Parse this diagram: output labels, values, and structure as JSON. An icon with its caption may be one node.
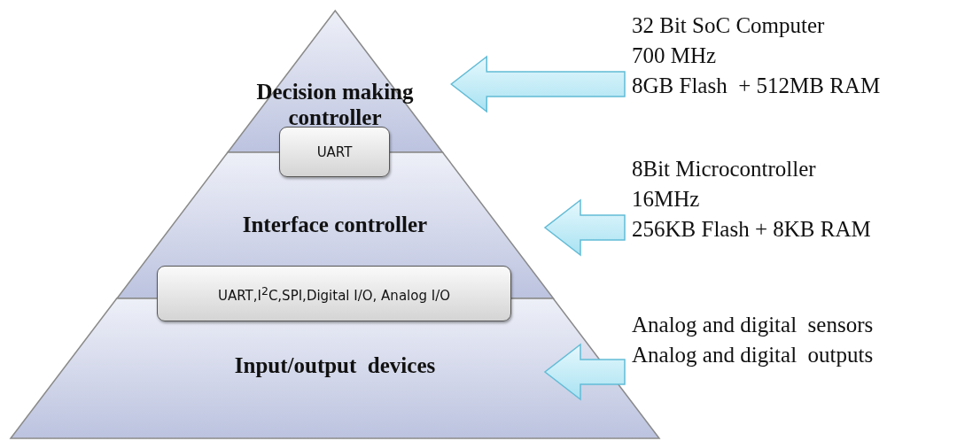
{
  "diagram": {
    "nodes": [
      {
        "text": [
          "Decision making controller"
        ]
      },
      {
        "text": [
          "Interface controller"
        ]
      },
      {
        "text": [
          "Input/output  devices"
        ]
      },
      {
        "text": [
          "UART"
        ]
      },
      {
        "text": [
          "UART,I$^{2}$C,SPI,Digital I/O, Analog I/O"
        ]
      },
      {
        "text": [
          "32 Bit SoC Computer",
          "700 MHz",
          "8GB Flash  + 512MB RAM"
        ]
      },
      {
        "text": [
          "8Bit Microcontroller",
          "16MHz",
          "256KB Flash + 8KB RAM"
        ]
      },
      {
        "text": [
          "Analog and digital  sensors",
          "Analog and digital  outputs"
        ]
      }
    ],
    "edges": [
      {
        "from": 5,
        "to": 0,
        "arrow": "to"
      },
      {
        "from": 6,
        "to": 1,
        "arrow": "to"
      },
      {
        "from": 7,
        "to": 2,
        "arrow": "to"
      }
    ]
  }
}
